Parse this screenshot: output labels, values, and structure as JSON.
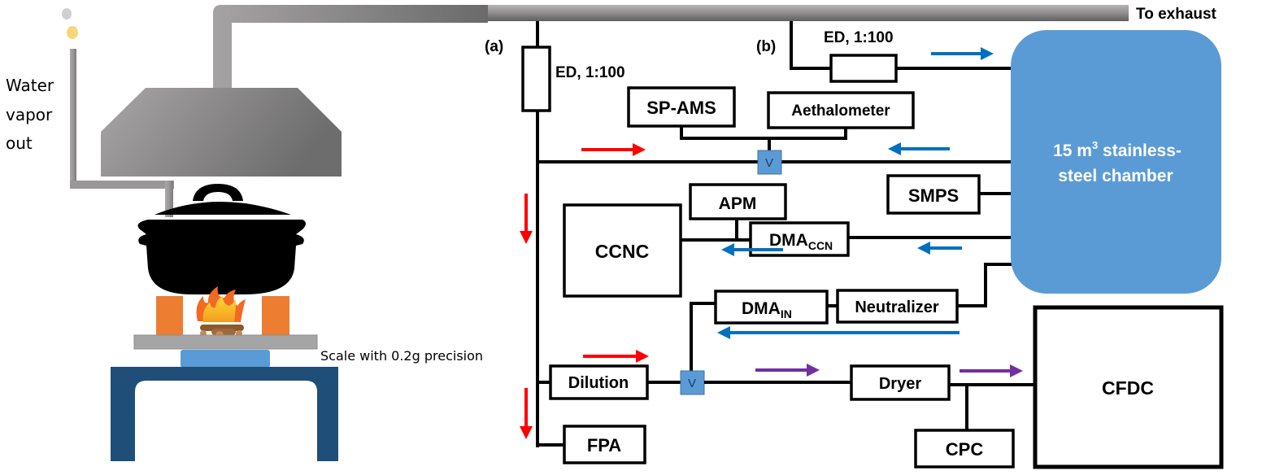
{
  "labels": {
    "water_vapor": [
      "Water",
      "vapor",
      "out"
    ],
    "scale": "Scale with 0.2g precision",
    "to_exhaust": "To exhaust",
    "panel_a": "(a)",
    "panel_b": "(b)",
    "ed_a": "ED, 1:100",
    "ed_b": "ED, 1:100",
    "chamber_line1": "15 m",
    "chamber_sup": "3",
    "chamber_line1_rest": " stainless-",
    "chamber_line2": "steel chamber",
    "valve": "V"
  },
  "instruments": {
    "sp_ams": "SP-AMS",
    "aethalometer": "Aethalometer",
    "smps": "SMPS",
    "apm": "APM",
    "ccnc": "CCNC",
    "dma_ccn": "DMA",
    "dma_ccn_sub": "CCN",
    "dma_in": "DMA",
    "dma_in_sub": "IN",
    "neutralizer": "Neutralizer",
    "dilution": "Dilution",
    "dryer": "Dryer",
    "cfdc": "CFDC",
    "cpc": "CPC",
    "fpa": "FPA"
  },
  "colors": {
    "arrow_red": "#ff0000",
    "arrow_blue": "#0070c0",
    "arrow_purple": "#7030a0",
    "chamber": "#5b9bd5",
    "valve": "#5b9bd5",
    "scale_pad": "#5b9bd5",
    "table": "#1f4e79",
    "bricks": "#ed7d31",
    "platform": "#a5a5a5"
  }
}
